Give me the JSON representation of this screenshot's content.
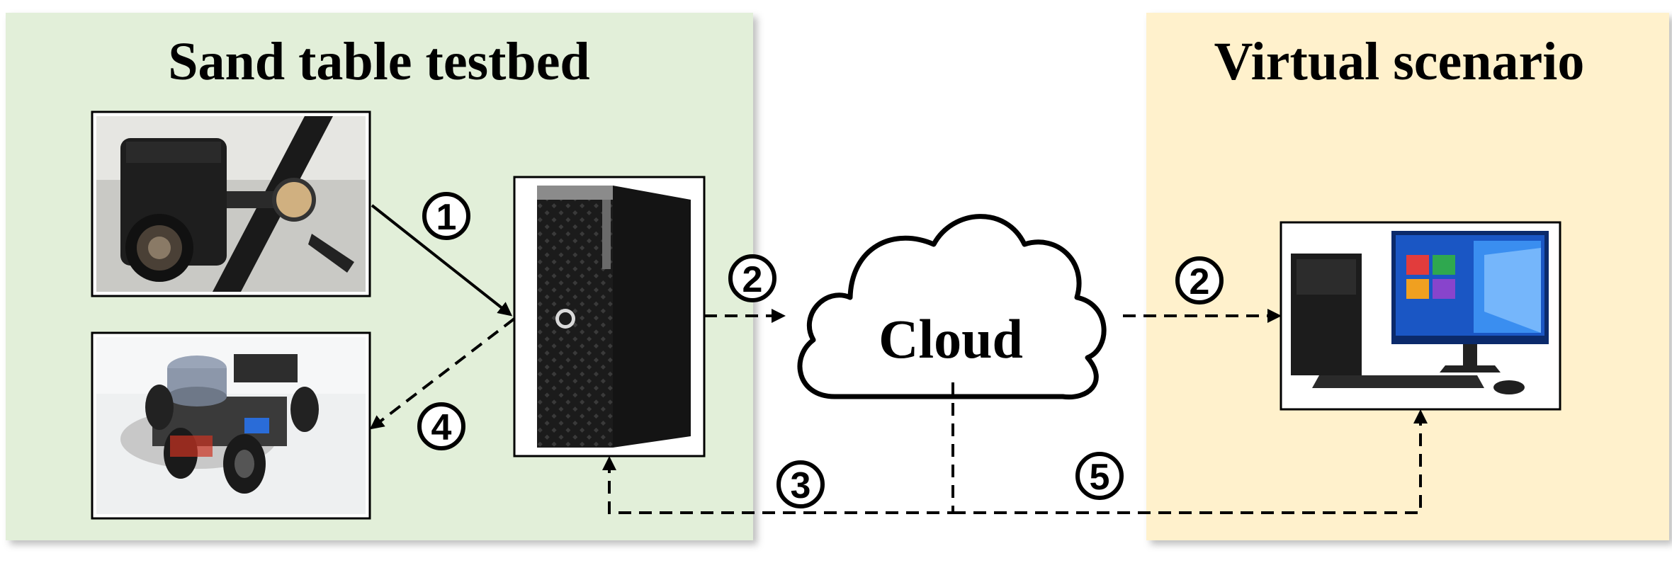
{
  "panels": {
    "left_title": "Sand table testbed",
    "right_title": "Virtual scenario"
  },
  "cloud": {
    "label": "Cloud"
  },
  "steps": {
    "s1": "1",
    "s2_left": "2",
    "s2_right": "2",
    "s3": "3",
    "s4": "4",
    "s5": "5"
  },
  "colors": {
    "left_panel": "#e2efd9",
    "right_panel": "#fff1cc",
    "line": "#000000"
  }
}
